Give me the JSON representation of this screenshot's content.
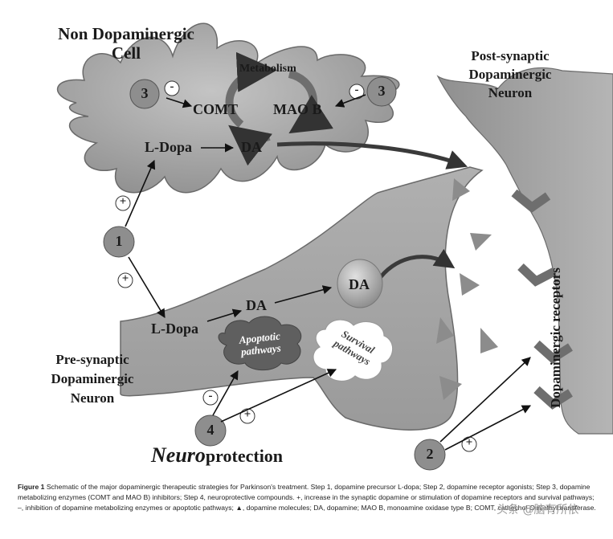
{
  "labels": {
    "non_dopaminergic_cell": [
      "Non Dopaminergic",
      "Cell"
    ],
    "post_synaptic": [
      "Post-synaptic",
      "Dopaminergic",
      "Neuron"
    ],
    "pre_synaptic": [
      "Pre-synaptic",
      "Dopaminergic",
      "Neuron"
    ],
    "metabolism": "Metabolism",
    "comt": "COMT",
    "mao_b": "MAO B",
    "ldopa_top": "L-Dopa",
    "da_top": "DA",
    "ldopa_bottom": "L-Dopa",
    "da_bottom": "DA",
    "da_vesicle": "DA",
    "apoptotic": [
      "Apoptotic",
      "pathways"
    ],
    "survival": [
      "Survival",
      "pathways"
    ],
    "neuroprotection_prefix": "Neuro",
    "neuroprotection_rest": "protection",
    "dopaminergic_receptors": "Dopaminergic receptors"
  },
  "steps": {
    "step1": "1",
    "step2": "2",
    "step3_left": "3",
    "step3_right": "3",
    "step4": "4"
  },
  "signs": {
    "plus": "+",
    "minus": "-"
  },
  "caption": {
    "figure_label": "Figure 1",
    "text": "Schematic of the major dopaminergic therapeutic strategies for Parkinson's treatment. Step 1, dopamine precursor L-dopa; Step 2, dopamine receptor agonists; Step 3, dopamine metabolizing enzymes (COMT and MAO B) inhibitors; Step 4, neuroprotective compounds. +, increase in the synaptic dopamine or stimulation of dopamine receptors and survival pathways; –, inhibition of dopamine metabolizing enzymes or apoptotic pathways; ▲, dopamine molecules; DA, dopamine; MAO B, monoamine oxidase type B; COMT, cathechol-O-methyl transferase."
  },
  "watermark": "头条 @脑有所依",
  "colors": {
    "cell_fill": "#a6a6a6",
    "cell_stroke": "#5e5e5e",
    "circle_fill": "#8e8e8e",
    "triangle": "#8c8c8c",
    "receptor": "#6e6e6e"
  }
}
